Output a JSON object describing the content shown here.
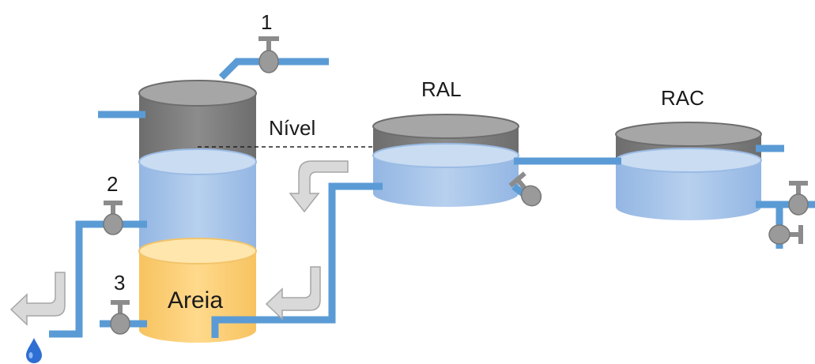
{
  "labels": {
    "valve_1": "1",
    "valve_2": "2",
    "valve_3": "3",
    "level": "Nível",
    "sand": "Areia",
    "tank_ral": "RAL",
    "tank_rac": "RAC"
  },
  "colors": {
    "pipe": "#5b9bd5",
    "water": "#a9c8ec",
    "water_top": "#c9dcf2",
    "sand": "#ffd27f",
    "sand_top": "#ffe6ad",
    "tank_body": "#7f7f7f",
    "tank_top": "#a6a6a6",
    "valve": "#9a9a9a",
    "arrow": "#d9d9d9",
    "drop": "#2f6fd3"
  }
}
